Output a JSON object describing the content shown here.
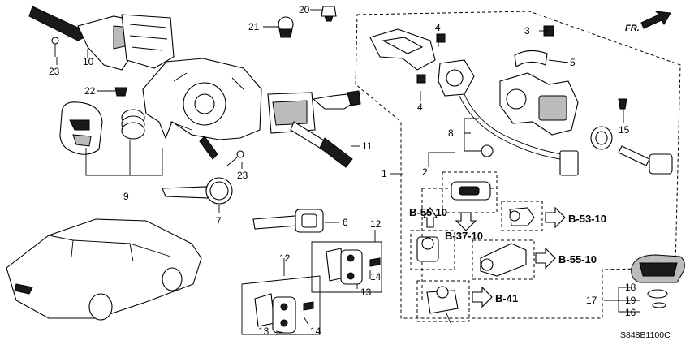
{
  "diagram_code": "S848B1100C",
  "direction_label": "FR.",
  "part_numbers": {
    "p1": "1",
    "p2": "2",
    "p3": "3",
    "p4a": "4",
    "p4b": "4",
    "p5": "5",
    "p6": "6",
    "p7": "7",
    "p8": "8",
    "p9": "9",
    "p10": "10",
    "p11": "11",
    "p12a": "12",
    "p12b": "12",
    "p13a": "13",
    "p13b": "13",
    "p14a": "14",
    "p14b": "14",
    "p15": "15",
    "p16": "16",
    "p17": "17",
    "p18": "18",
    "p19": "19",
    "p20": "20",
    "p21": "21",
    "p22": "22",
    "p23a": "23",
    "p23b": "23"
  },
  "references": {
    "r1": "B-55-10",
    "r2": "B-37-10",
    "r3": "B-53-10",
    "r4": "B-55-10",
    "r5": "B-41"
  }
}
